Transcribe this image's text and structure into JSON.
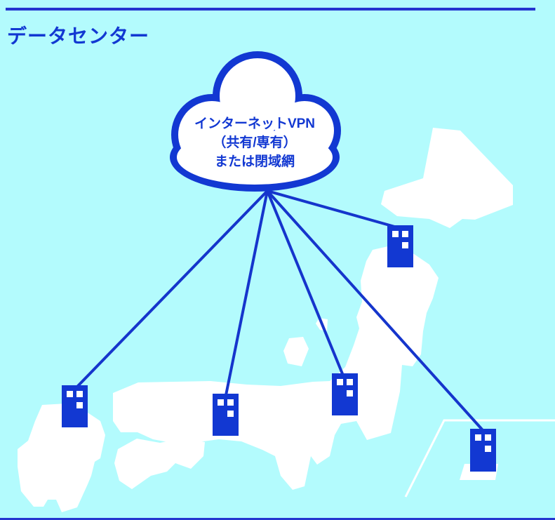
{
  "colors": {
    "bg": "#b3fbfd",
    "accent": "#1238d2",
    "land": "#ffffff",
    "line": "#1535cc",
    "rule": "#2435cf"
  },
  "header": {
    "title": "データセンター"
  },
  "cloud": {
    "label_line1": "インターネットVPN",
    "label_line2": "（共有/専有）",
    "label_line3": "または閉域網"
  },
  "icons": {
    "cloud": "internet-vpn-cloud",
    "building": "datacenter-building",
    "map": "japan-map"
  },
  "diagram": {
    "connection_count": 5
  }
}
